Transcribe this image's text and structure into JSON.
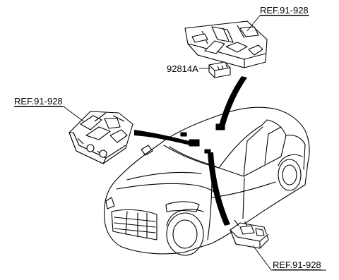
{
  "callouts": {
    "ref_top": "REF.91-928",
    "part_number": "92814A",
    "ref_left": "REF.91-928",
    "ref_bottom": "REF.91-928"
  }
}
